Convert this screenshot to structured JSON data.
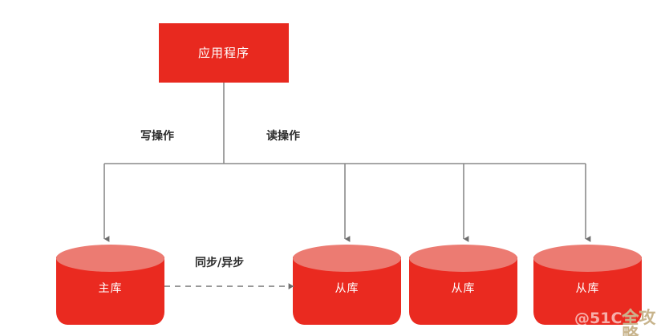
{
  "diagram": {
    "title_node": {
      "id": "application",
      "label": "应用程序",
      "color": "#e8291f",
      "text_color": "#ffffff"
    },
    "edge_labels": {
      "write": "写操作",
      "read": "读操作",
      "replication": "同步/异步"
    },
    "databases": [
      {
        "id": "master",
        "label": "主库",
        "role": "master",
        "body_color": "#ea2a20",
        "top_color": "#ec7b72"
      },
      {
        "id": "slave-1",
        "label": "从库",
        "role": "slave",
        "body_color": "#ea2a20",
        "top_color": "#ec7b72"
      },
      {
        "id": "slave-2",
        "label": "从库",
        "role": "slave",
        "body_color": "#ea2a20",
        "top_color": "#ec7b72"
      },
      {
        "id": "slave-3",
        "label": "从库",
        "role": "slave",
        "body_color": "#ea2a20",
        "top_color": "#ec7b72"
      }
    ],
    "connector_color": "#8a8a8a",
    "replication_line_style": "dashed"
  },
  "watermark": {
    "handle": "@51C",
    "brand": "全攻略",
    "brand_color": "#c8b48c"
  }
}
